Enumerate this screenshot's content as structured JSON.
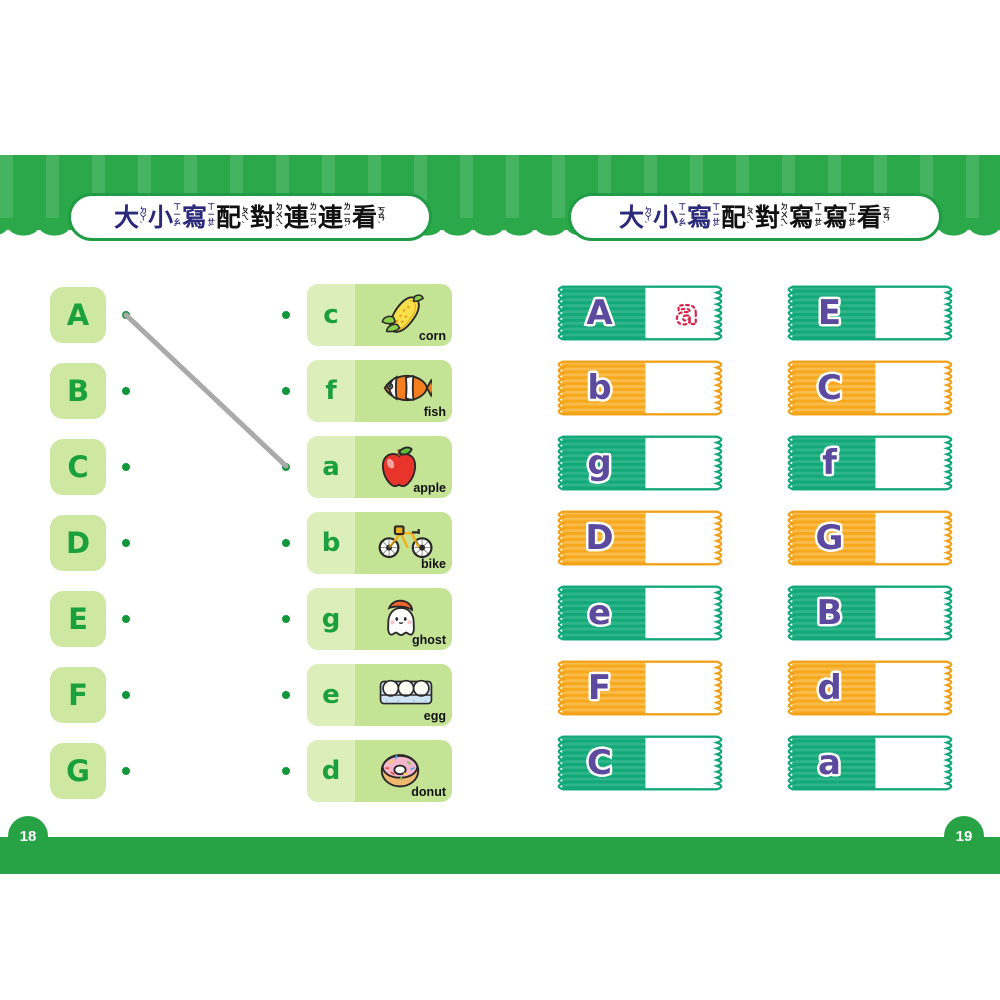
{
  "workbook": {
    "page_left_number": "18",
    "page_right_number": "19",
    "band_color": "#2aa84a",
    "accent_green": "#1aa03c",
    "card_green": "#cfe8a1",
    "ticket_green": "#12a978",
    "ticket_orange": "#f7a81b",
    "ticket_letter_color": "#5b4a9e",
    "trace_color": "#d6254a"
  },
  "left_page": {
    "title": {
      "characters": [
        "大",
        "小",
        "寫",
        "配",
        "對",
        "連",
        "連",
        "看"
      ],
      "bopomofo": [
        "ㄉㄚˋ",
        "ㄒㄧㄠˇ",
        "ㄒㄧㄝˇ",
        "ㄆㄟˋ",
        "ㄉㄨㄟˋ",
        "ㄌㄧㄢˊ",
        "ㄌㄧㄢˊ",
        "ㄎㄢˋ"
      ],
      "plain": "大小寫配對連連看"
    },
    "uppercase_column": [
      {
        "letter": "A"
      },
      {
        "letter": "B"
      },
      {
        "letter": "C"
      },
      {
        "letter": "D"
      },
      {
        "letter": "E"
      },
      {
        "letter": "F"
      },
      {
        "letter": "G"
      }
    ],
    "word_column": [
      {
        "letter": "c",
        "word": "corn",
        "icon": "corn-icon"
      },
      {
        "letter": "f",
        "word": "fish",
        "icon": "clownfish-icon"
      },
      {
        "letter": "a",
        "word": "apple",
        "icon": "apple-icon"
      },
      {
        "letter": "b",
        "word": "bike",
        "icon": "bicycle-icon"
      },
      {
        "letter": "g",
        "word": "ghost",
        "icon": "ghost-icon"
      },
      {
        "letter": "e",
        "word": "egg",
        "icon": "egg-carton-icon"
      },
      {
        "letter": "d",
        "word": "donut",
        "icon": "donut-icon"
      }
    ],
    "drawn_connection": {
      "from": "A",
      "to": "apple"
    }
  },
  "right_page": {
    "title": {
      "characters": [
        "大",
        "小",
        "寫",
        "配",
        "對",
        "寫",
        "寫",
        "看"
      ],
      "bopomofo": [
        "ㄉㄚˋ",
        "ㄒㄧㄠˇ",
        "ㄒㄧㄝˇ",
        "ㄆㄟˋ",
        "ㄉㄨㄟˋ",
        "ㄒㄧㄝˇ",
        "ㄒㄧㄝˇ",
        "ㄎㄢˋ"
      ],
      "plain": "大小寫配對寫寫看"
    },
    "tickets_left_column": [
      {
        "letter": "A",
        "color": "green",
        "trace": "a"
      },
      {
        "letter": "b",
        "color": "orange",
        "trace": ""
      },
      {
        "letter": "g",
        "color": "green",
        "trace": ""
      },
      {
        "letter": "D",
        "color": "orange",
        "trace": ""
      },
      {
        "letter": "e",
        "color": "green",
        "trace": ""
      },
      {
        "letter": "F",
        "color": "orange",
        "trace": ""
      },
      {
        "letter": "C",
        "color": "green",
        "trace": ""
      }
    ],
    "tickets_right_column": [
      {
        "letter": "E",
        "color": "green",
        "trace": ""
      },
      {
        "letter": "C",
        "color": "orange",
        "trace": ""
      },
      {
        "letter": "f",
        "color": "green",
        "trace": ""
      },
      {
        "letter": "G",
        "color": "orange",
        "trace": ""
      },
      {
        "letter": "B",
        "color": "green",
        "trace": ""
      },
      {
        "letter": "d",
        "color": "orange",
        "trace": ""
      },
      {
        "letter": "a",
        "color": "green",
        "trace": ""
      }
    ]
  }
}
